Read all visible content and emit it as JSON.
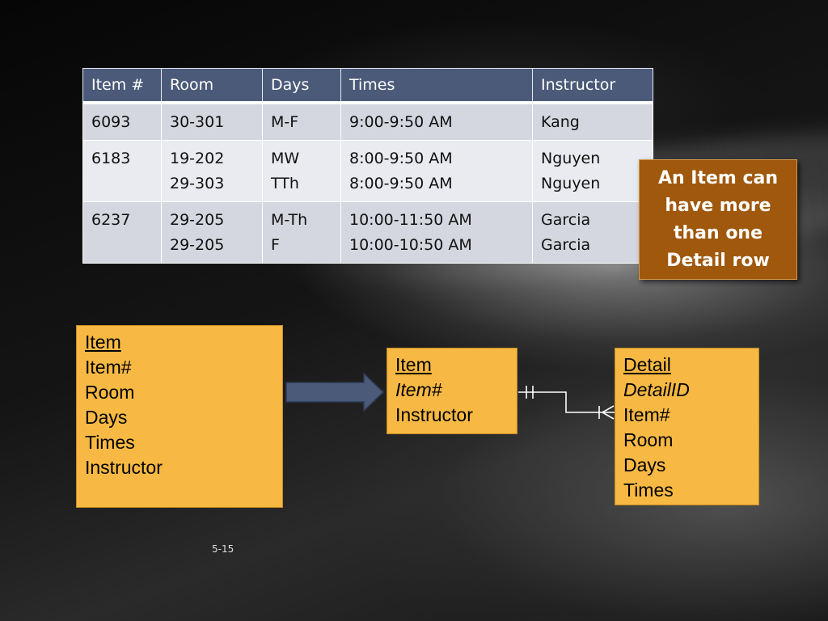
{
  "table": {
    "headers": [
      "Item #",
      "Room",
      "Days",
      "Times",
      "Instructor"
    ],
    "rows": [
      {
        "item": "6093",
        "room": [
          "30-301"
        ],
        "days": [
          "M-F"
        ],
        "times": [
          "9:00-9:50 AM"
        ],
        "instructor": [
          "Kang"
        ]
      },
      {
        "item": "6183",
        "room": [
          "19-202",
          "29-303"
        ],
        "days": [
          "MW",
          "TTh"
        ],
        "times": [
          "8:00-9:50 AM",
          "8:00-9:50 AM"
        ],
        "instructor": [
          "Nguyen",
          "Nguyen"
        ]
      },
      {
        "item": "6237",
        "room": [
          "29-205",
          "29-205"
        ],
        "days": [
          "M-Th",
          "F"
        ],
        "times": [
          "10:00-11:50 AM",
          "10:00-10:50 AM"
        ],
        "instructor": [
          "Garcia",
          "Garcia"
        ]
      }
    ],
    "header_color": "#4b5a78"
  },
  "callout": {
    "lines": [
      "An Item can",
      "have more",
      "than one",
      "Detail row"
    ],
    "color": "#a0580c"
  },
  "entity_original": {
    "title": "Item",
    "fields": [
      "Item#",
      "Room",
      "Days",
      "Times",
      "Instructor"
    ]
  },
  "entity_item": {
    "title": "Item",
    "pk": "Item#",
    "fields": [
      "Instructor"
    ]
  },
  "entity_detail": {
    "title": "Detail",
    "pk": "DetailID",
    "fields": [
      "Item#",
      "Room",
      "Days",
      "Times"
    ]
  },
  "relationship": {
    "from_cardinality": "one-and-only-one",
    "to_cardinality": "one-or-many"
  },
  "footer": {
    "page": "5-15"
  },
  "colors": {
    "entity_fill": "#f7b943",
    "arrow": "#4a5a78"
  }
}
